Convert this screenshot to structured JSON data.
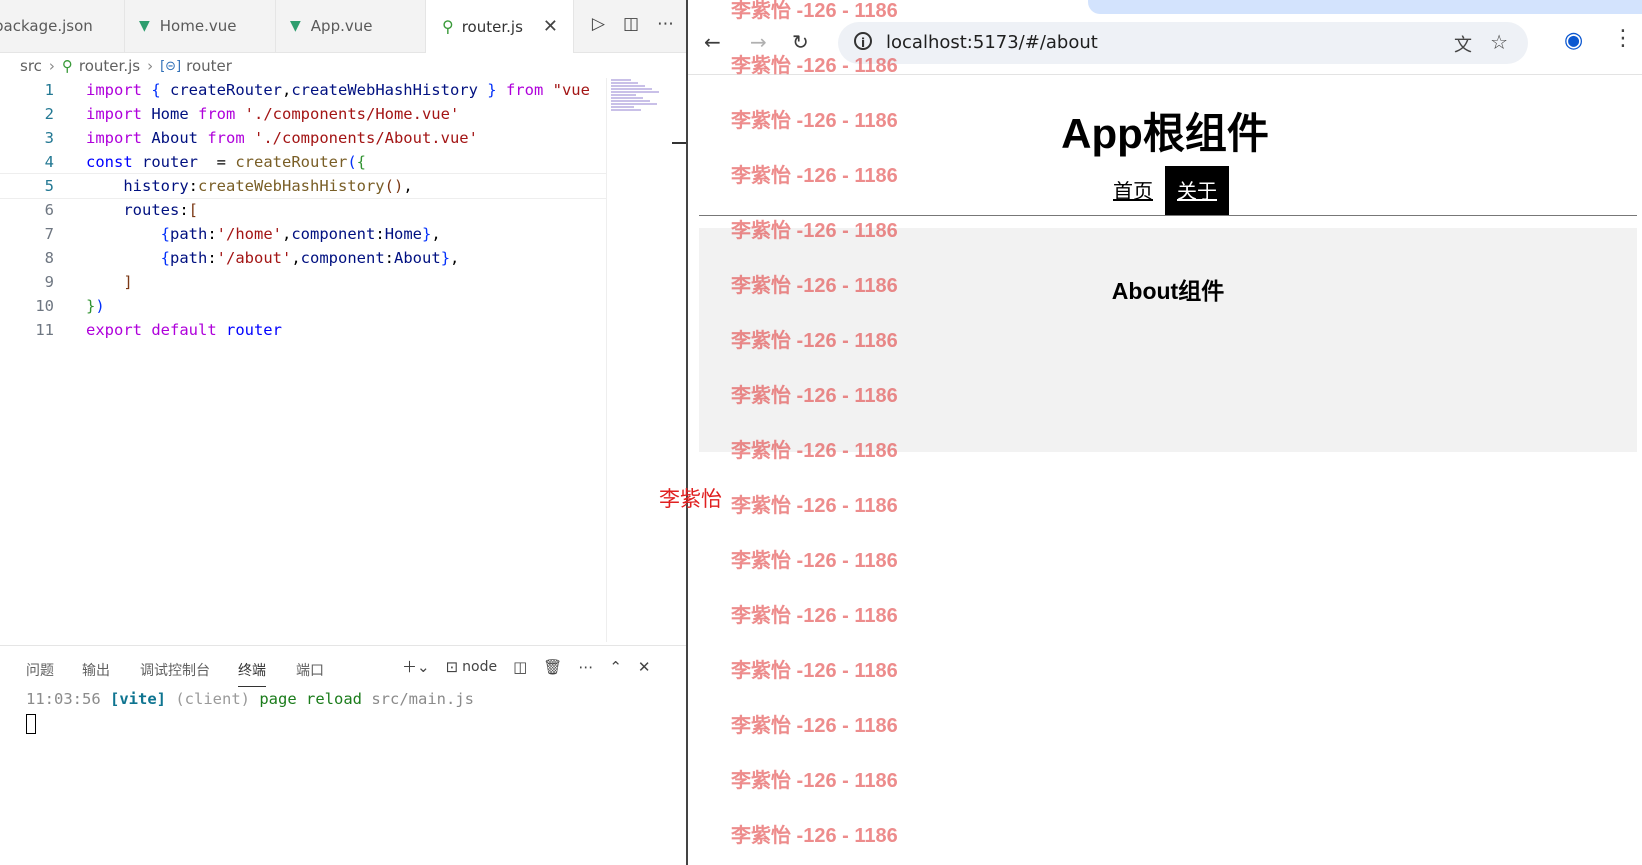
{
  "editor": {
    "tabs": [
      {
        "label": "package.json",
        "icon": "json-icon"
      },
      {
        "label": "Home.vue",
        "icon": "vue-icon"
      },
      {
        "label": "App.vue",
        "icon": "vue-icon"
      },
      {
        "label": "router.js",
        "icon": "router-icon",
        "active": true
      }
    ],
    "tab_close": "✕",
    "breadcrumb": {
      "folder": "src",
      "file": "router.js",
      "symbol": "router"
    },
    "code_lines": [
      [
        [
          "kw",
          "import"
        ],
        [
          "br1",
          " { "
        ],
        [
          "var",
          "createRouter"
        ],
        [
          "",
          ","
        ],
        [
          "var",
          "createWebHashHistory"
        ],
        [
          "br1",
          " } "
        ],
        [
          "kw",
          "from "
        ],
        [
          "str",
          "\"vue"
        ]
      ],
      [
        [
          "kw",
          "import "
        ],
        [
          "var",
          "Home "
        ],
        [
          "kw",
          "from "
        ],
        [
          "str",
          "'./components/Home.vue'"
        ]
      ],
      [
        [
          "kw",
          "import "
        ],
        [
          "var",
          "About "
        ],
        [
          "kw",
          "from "
        ],
        [
          "str",
          "'./components/About.vue'"
        ]
      ],
      [
        [
          "kwb",
          "const "
        ],
        [
          "var",
          "router "
        ],
        [
          "",
          " = "
        ],
        [
          "fn",
          "createRouter"
        ],
        [
          "br1",
          "("
        ],
        [
          "br2",
          "{"
        ]
      ],
      [
        [
          "",
          "    "
        ],
        [
          "var",
          "history"
        ],
        [
          "",
          ":"
        ],
        [
          "fn",
          "createWebHashHistory"
        ],
        [
          "br3",
          "()"
        ],
        [
          "",
          ","
        ]
      ],
      [
        [
          "",
          "    "
        ],
        [
          "var",
          "routes"
        ],
        [
          "",
          ":"
        ],
        [
          "br3",
          "["
        ]
      ],
      [
        [
          "",
          "        "
        ],
        [
          "br1",
          "{"
        ],
        [
          "var",
          "path"
        ],
        [
          "",
          ":"
        ],
        [
          "str",
          "'/home'"
        ],
        [
          "",
          ","
        ],
        [
          "var",
          "component"
        ],
        [
          "",
          ":"
        ],
        [
          "var",
          "Home"
        ],
        [
          "br1",
          "}"
        ],
        [
          "",
          ","
        ]
      ],
      [
        [
          "",
          "        "
        ],
        [
          "br1",
          "{"
        ],
        [
          "var",
          "path"
        ],
        [
          "",
          ":"
        ],
        [
          "str",
          "'/about'"
        ],
        [
          "",
          ","
        ],
        [
          "var",
          "component"
        ],
        [
          "",
          ":"
        ],
        [
          "var",
          "About"
        ],
        [
          "br1",
          "}"
        ],
        [
          "",
          ","
        ]
      ],
      [
        [
          "",
          "    "
        ],
        [
          "br3",
          "]"
        ]
      ],
      [
        [
          "br2",
          "}"
        ],
        [
          "br1",
          ")"
        ]
      ],
      [
        [
          "kw",
          "export "
        ],
        [
          "kw",
          "default "
        ],
        [
          "kwb",
          "router"
        ]
      ]
    ],
    "current_line": 5
  },
  "panel": {
    "tabs": [
      "问题",
      "输出",
      "调试控制台",
      "终端",
      "端口"
    ],
    "active_tab": 3,
    "terminal_name": "node",
    "terminal": {
      "time": "11:03:56",
      "tag": "[vite]",
      "client": "(client)",
      "message": "page reload",
      "file": "src/main.js"
    }
  },
  "browser": {
    "url": "localhost:5173/#/about",
    "app_title": "App根组件",
    "nav": [
      "首页",
      "关于"
    ],
    "active_nav": 1,
    "view_title": "About组件"
  },
  "watermark": {
    "text": "李紫怡 -126 - 1186",
    "signature": "李紫怡"
  },
  "colors": {
    "watermark": "#e24646",
    "signature": "#e02020",
    "keyword": "#af00db",
    "string": "#a31515",
    "variable": "#001080",
    "function": "#795e26"
  }
}
